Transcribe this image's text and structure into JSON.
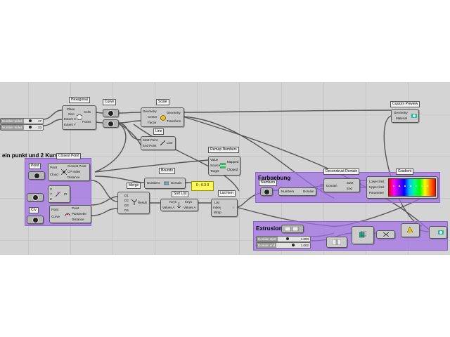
{
  "canvas_title": "ein punkt und 2 Kurven",
  "groups": {
    "farbgebung": "Farbgebung",
    "extrusion": "Extrusion"
  },
  "tags": {
    "hexagonal": "Hexagonal",
    "curve": "Curve",
    "scale": "Scale",
    "line": "Line",
    "closest_point": "Closest Point",
    "bounds": "Bounds",
    "remap": "Remap Numbers",
    "merge": "Merge",
    "sort_list": "Sort List",
    "list_item": "List Item",
    "deconstruct_domain": "Deconstruct Domain",
    "gradient": "Gradient",
    "custom_preview": "Custom Preview",
    "point": "Point",
    "crv": "Crv",
    "numbers": "Numbers"
  },
  "sliders": {
    "sides_name": "Number Sides",
    "sides_value": "47",
    "sides2_name": "Number Sides",
    "sides2_value": "33",
    "domain_start_name": "Domain start",
    "domain_start_value": "1.000",
    "domain_end_name": "Domain end",
    "domain_end_value": "1.002"
  },
  "nodes": {
    "hex": {
      "in1": "Plane",
      "in2": "Size",
      "in3": "Extent X",
      "in4": "Extent Y",
      "out1": "Cells",
      "out2": "Points"
    },
    "scale": {
      "in1": "Geometry",
      "in2": "Center",
      "in3": "Factor",
      "out1": "Geometry",
      "out2": "Transform"
    },
    "line": {
      "in1": "Start Point",
      "in2": "End Point",
      "out1": "Line"
    },
    "closest": {
      "in1": "Point",
      "in2": "Cloud",
      "out1": "Closest Point",
      "out2": "CP Index",
      "out3": "Distance"
    },
    "evalcrv": {
      "in1": "Point",
      "in2": "Curve",
      "out1": "Point",
      "out2": "Parameter",
      "out3": "Distance"
    },
    "pt": {
      "in1": "X",
      "in2": "Y",
      "in3": "Z",
      "out1": "Pt"
    },
    "bounds": {
      "in1": "Numbers",
      "out1": "Domain"
    },
    "remap": {
      "in1": "Value",
      "in2": "Source",
      "in3": "Target",
      "out1": "Mapped",
      "out2": "Clipped"
    },
    "merge": {
      "in1": "D1",
      "in2": "D2",
      "in3": "D3",
      "in4": "D4",
      "out1": "Result"
    },
    "sort": {
      "in1": "Keys",
      "in2": "Values A",
      "out1": "Keys",
      "out2": "Values A"
    },
    "listitem": {
      "in1": "List",
      "in2": "Index",
      "in3": "Wrap",
      "out1": "i"
    },
    "decon": {
      "in1": "Domain",
      "out1": "Start",
      "out2": "End"
    },
    "grad": {
      "in1": "Lower limit",
      "in2": "Upper limit",
      "in3": "Parameter"
    },
    "preview": {
      "in1": "Geometry",
      "in2": "Material"
    },
    "numbers2": {
      "in1": "Numbers",
      "out1": "Domain"
    }
  },
  "panel_text": "0 - 0.3 0",
  "colors": {
    "group_fill": "#a06ee6",
    "canvas": "#d4d4d4",
    "panel": "#fff85a"
  },
  "icons": [
    "slider-icon",
    "curve-icon",
    "scale-icon",
    "line-icon",
    "closest-point-icon",
    "gradient-icon",
    "preview-icon",
    "extrude-icon"
  ]
}
